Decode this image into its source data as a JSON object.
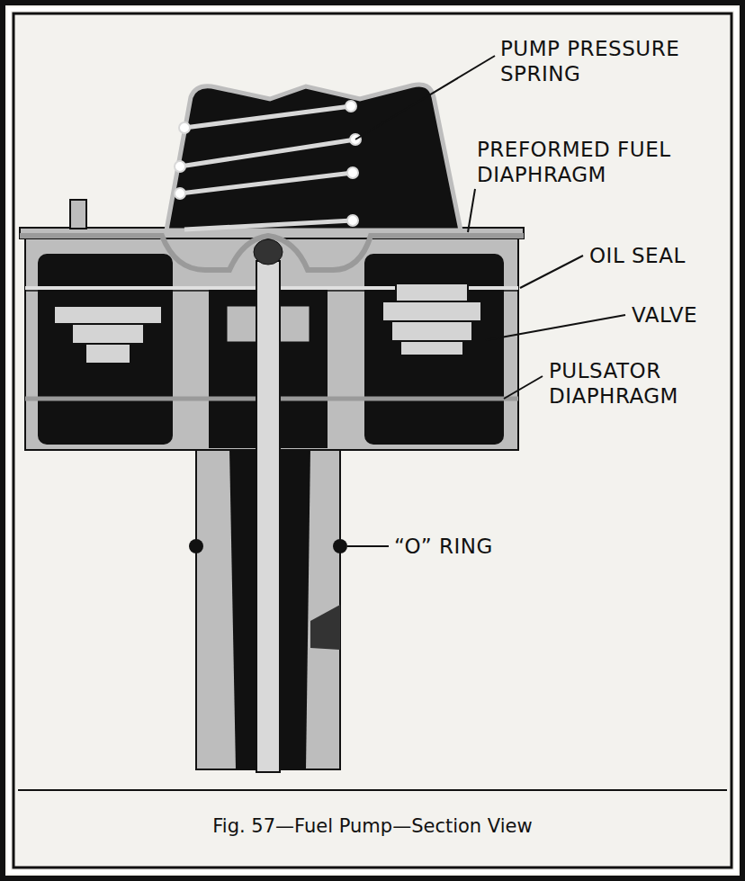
{
  "diagram": {
    "caption": "Fig. 57—Fuel Pump—Section View",
    "labels": [
      "PUMP PRESSURE SPRING",
      "PREFORMED FUEL DIAPHRAGM",
      "OIL SEAL",
      "VALVE",
      "PULSATOR DIAPHRAGM",
      "“O” RING"
    ]
  }
}
